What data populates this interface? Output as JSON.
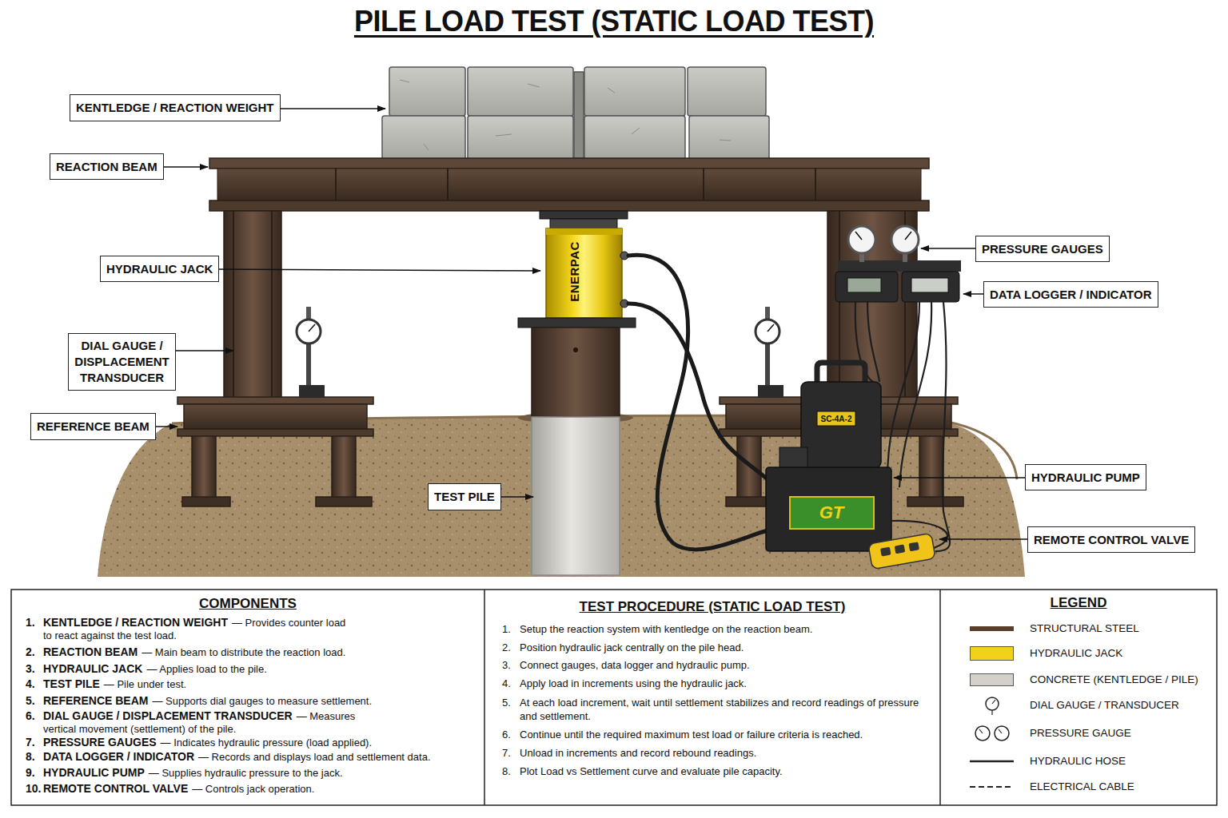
{
  "diagram": {
    "title": "PILE LOAD TEST (STATIC LOAD TEST)",
    "nodes": [
      {
        "text": [
          "KENTLEDGE / REACTION WEIGHT"
        ]
      },
      {
        "text": [
          "REACTION BEAM"
        ]
      },
      {
        "text": [
          "HYDRAULIC JACK"
        ]
      },
      {
        "text": [
          "DIAL GAUGE / DISPLACEMENT TRANSDUCER"
        ]
      },
      {
        "text": [
          "REFERENCE BEAM"
        ]
      },
      {
        "text": [
          "TEST PILE"
        ]
      },
      {
        "text": [
          "PRESSURE GAUGES"
        ]
      },
      {
        "text": [
          "DATA LOGGER / INDICATOR"
        ]
      },
      {
        "text": [
          "HYDRAULIC PUMP"
        ]
      },
      {
        "text": [
          "REMOTE CONTROL VALVE"
        ]
      },
      {
        "text": [
          "COMPONENTS",
          "1.",
          "KENTLEDGE / REACTION WEIGHT",
          "— Provides counter load to react against the test load.",
          "2.",
          "REACTION BEAM",
          "— Main beam to distribute the reaction load.",
          "3.",
          "HYDRAULIC JACK",
          "— Applies load to the pile.",
          "4.",
          "TEST PILE",
          "— Pile under test.",
          "5.",
          "REFERENCE BEAM",
          "— Supports dial gauges to measure settlement.",
          "6.",
          "DIAL GAUGE / DISPLACEMENT TRANSDUCER",
          "— Measures vertical movement (settlement) of the pile.",
          "7.",
          "PRESSURE GAUGES",
          "— Indicates hydraulic pressure (load applied).",
          "8.",
          "DATA LOGGER / INDICATOR",
          "— Records and displays load and settlement data.",
          "9.",
          "HYDRAULIC PUMP",
          "— Supplies hydraulic pressure to the jack.",
          "10.",
          "REMOTE CONTROL VALVE",
          "— Controls jack operation."
        ]
      },
      {
        "text": [
          "TEST PROCEDURE (STATIC LOAD TEST)",
          "1.",
          "Setup the reaction system with kentledge on the reaction beam.",
          "2.",
          "Position hydraulic jack centrally on the pile head.",
          "3.",
          "Connect gauges, data logger and hydraulic pump.",
          "4.",
          "Apply load in increments using the hydraulic jack.",
          "5.",
          "At each load increment, wait until settlement stabilizes and record readings of pressure and settlement.",
          "6.",
          "Continue until the required maximum test load or failure criteria is reached.",
          "7.",
          "Unload in increments and record rebound readings.",
          "8.",
          "Plot Load vs Settlement curve and evaluate pile capacity."
        ]
      },
      {
        "text": [
          "LEGEND"
        ]
      }
    ],
    "labels": [
      "ENERPAC",
      "SC-4A-2",
      "GT"
    ],
    "legend": [
      {
        "text": "STRUCTURAL STEEL",
        "color": "#5a3e2b"
      },
      {
        "text": "HYDRAULIC JACK",
        "color": "#f3d11b"
      },
      {
        "text": "CONCRETE (KENTLEDGE / PILE)",
        "color": "#d3d1ca"
      },
      {
        "text": "DIAL GAUGE / TRANSDUCER"
      },
      {
        "text": "PRESSURE GAUGE"
      },
      {
        "text": "HYDRAULIC HOSE"
      },
      {
        "text": "ELECTRICAL CABLE"
      }
    ]
  }
}
